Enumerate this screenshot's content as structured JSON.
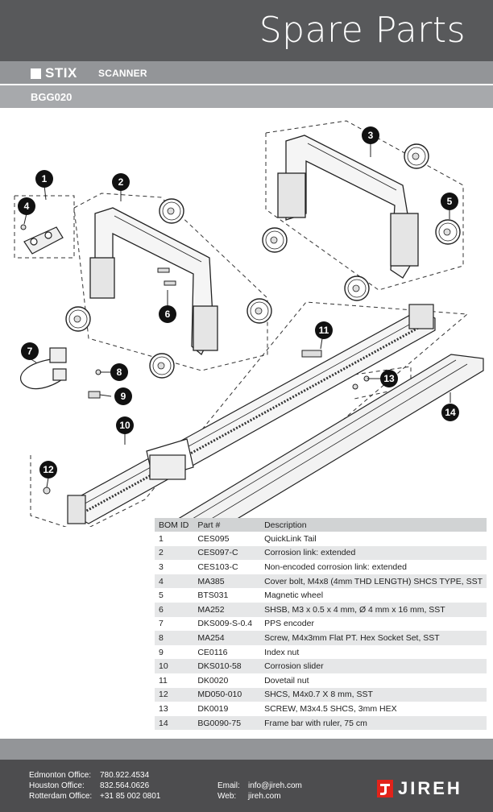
{
  "header": {
    "title": "Spare Parts",
    "brand": "STIX",
    "product": "SCANNER",
    "code": "BGG020"
  },
  "callouts": [
    "1",
    "2",
    "3",
    "4",
    "5",
    "6",
    "7",
    "8",
    "9",
    "10",
    "11",
    "12",
    "13",
    "14"
  ],
  "bom": {
    "headers": [
      "BOM ID",
      "Part #",
      "Description"
    ],
    "rows": [
      [
        "1",
        "CES095",
        "QuickLink Tail"
      ],
      [
        "2",
        "CES097-C",
        "Corrosion link: extended"
      ],
      [
        "3",
        "CES103-C",
        "Non-encoded corrosion link: extended"
      ],
      [
        "4",
        "MA385",
        "Cover bolt, M4x8 (4mm THD LENGTH) SHCS TYPE, SST"
      ],
      [
        "5",
        "BTS031",
        "Magnetic wheel"
      ],
      [
        "6",
        "MA252",
        "SHSB, M3 x 0.5 x 4 mm, Ø 4 mm x 16 mm, SST"
      ],
      [
        "7",
        "DKS009-S-0.4",
        "PPS encoder"
      ],
      [
        "8",
        "MA254",
        "Screw, M4x3mm Flat PT. Hex Socket Set, SST"
      ],
      [
        "9",
        "CE0116",
        "Index nut"
      ],
      [
        "10",
        "DKS010-58",
        "Corrosion slider"
      ],
      [
        "11",
        "DK0020",
        "Dovetail nut"
      ],
      [
        "12",
        "MD050-010",
        "SHCS, M4x0.7 X 8 mm, SST"
      ],
      [
        "13",
        "DK0019",
        "SCREW, M3x4.5 SHCS, 3mm HEX"
      ],
      [
        "14",
        "BG0090-75",
        "Frame bar with ruler, 75 cm"
      ]
    ]
  },
  "footer": {
    "offices": [
      {
        "label": "Edmonton Office:",
        "phone": "780.922.4534"
      },
      {
        "label": "Houston Office:",
        "phone": "832.564.0626"
      },
      {
        "label": "Rotterdam Office:",
        "phone": "+31 85 002 0801"
      }
    ],
    "email_label": "Email:",
    "email": "info@jireh.com",
    "web_label": "Web:",
    "web": "jireh.com",
    "logo_text": "JIREH"
  },
  "colors": {
    "title_bar": "#58595b",
    "product_bar": "#939598",
    "code_bar": "#a7a9ac",
    "footer_dark": "#4d4d4f",
    "logo_red": "#e2231a"
  }
}
